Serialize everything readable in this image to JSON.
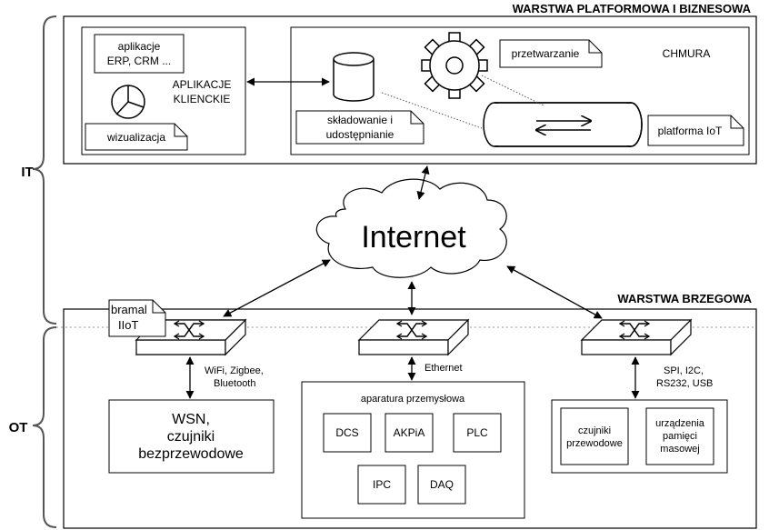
{
  "side_labels": {
    "it": "IT",
    "ot": "OT"
  },
  "platform_layer": {
    "title": "WARSTWA PLATFORMOWA I BIZNESOWA",
    "client_apps": {
      "heading_line1": "APLIKACJE",
      "heading_line2": "KLIENCKIE",
      "erp_note_line1": "aplikacje",
      "erp_note_line2": "ERP, CRM ...",
      "visualization_note": "wizualizacja"
    },
    "cloud": {
      "heading": "CHMURA",
      "processing_note": "przetwarzanie",
      "storage_note_line1": "składowanie i",
      "storage_note_line2": "udostępnianie",
      "iot_platform_note": "platforma IoT"
    }
  },
  "internet": {
    "label": "Internet"
  },
  "edge_layer": {
    "title": "WARSTWA BRZEGOWA",
    "gateway_note_line1": "bramal",
    "gateway_note_line2": "IIoT",
    "left_link": {
      "line1": "WiFi, Zigbee,",
      "line2": "Bluetooth"
    },
    "middle_link": {
      "line1": "Ethernet"
    },
    "right_link": {
      "line1": "SPI, I2C,",
      "line2": "RS232, USB"
    },
    "wsn_box": {
      "line1": "WSN,",
      "line2": "czujniki",
      "line3": "bezprzewodowe"
    },
    "industrial": {
      "heading": "aparatura przemysłowa",
      "items": [
        "DCS",
        "AKPiA",
        "PLC",
        "IPC",
        "DAQ"
      ]
    },
    "wired": {
      "sensors_line1": "czujniki",
      "sensors_line2": "przewodowe",
      "storage_line1": "urządzenia",
      "storage_line2": "pamięci",
      "storage_line3": "masowej"
    }
  }
}
